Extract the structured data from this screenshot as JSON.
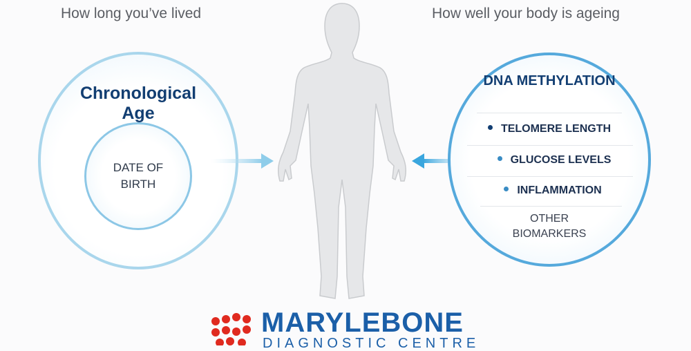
{
  "left": {
    "subtitle": "How long you’ve lived",
    "outer_title": "Chronological Age",
    "inner_label": "DATE OF BIRTH"
  },
  "right": {
    "subtitle": "How well your body is ageing",
    "title": "DNA METHYLATION",
    "items": [
      {
        "label": "TELOMERE LENGTH",
        "bullet": "#123e72"
      },
      {
        "label": "GLUCOSE LEVELS",
        "bullet": "#3a8cc4"
      },
      {
        "label": "INFLAMMATION",
        "bullet": "#3a8cc4"
      }
    ],
    "footer": "OTHER BIOMARKERS"
  },
  "logo": {
    "name": "MARYLEBONE",
    "tagline": "DIAGNOSTIC CENTRE",
    "colors": {
      "mark": "#e02a1f",
      "text": "#1b5fa8"
    }
  }
}
